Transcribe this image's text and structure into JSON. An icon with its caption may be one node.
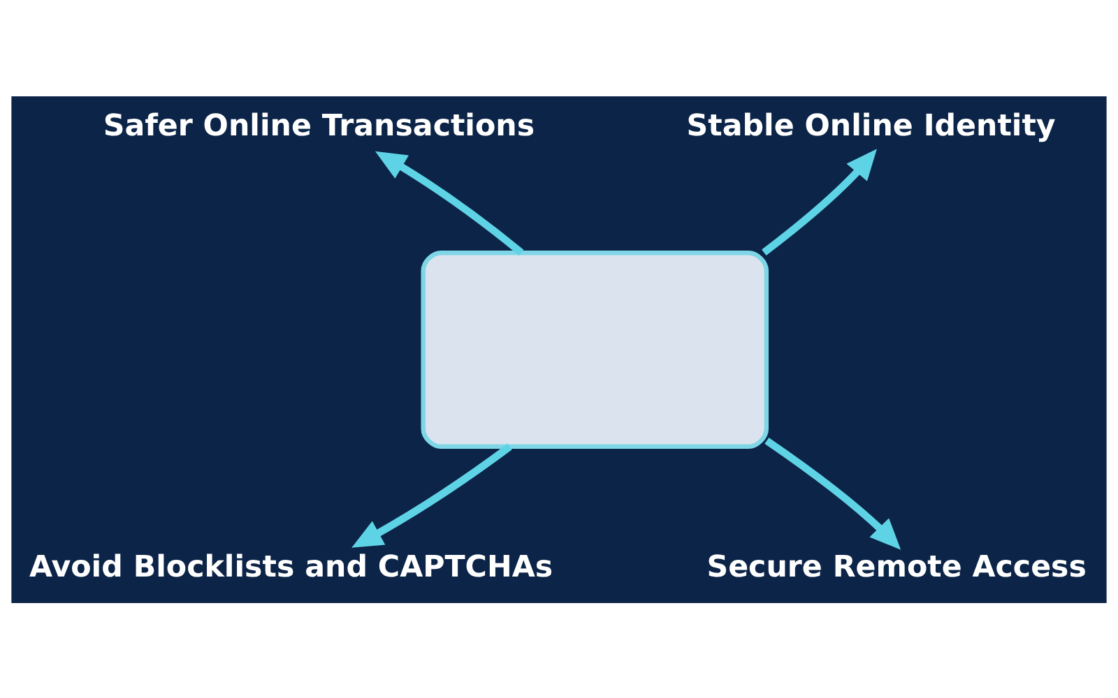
{
  "diagram": {
    "nodes": [
      {
        "text": [
          "Safer Online Transactions"
        ]
      },
      {
        "text": [
          "Stable Online Identity"
        ]
      },
      {
        "text": [],
        "shape": "box"
      },
      {
        "text": [
          "Avoid Blocklists and CAPTCHAs"
        ]
      },
      {
        "text": [
          "Secure Remote Access"
        ]
      }
    ],
    "edges": [
      {
        "from": 2,
        "to": 0,
        "arrow": "to"
      },
      {
        "from": 2,
        "to": 1,
        "arrow": "to"
      },
      {
        "from": 2,
        "to": 3,
        "arrow": "to"
      },
      {
        "from": 2,
        "to": 4,
        "arrow": "to"
      }
    ]
  }
}
